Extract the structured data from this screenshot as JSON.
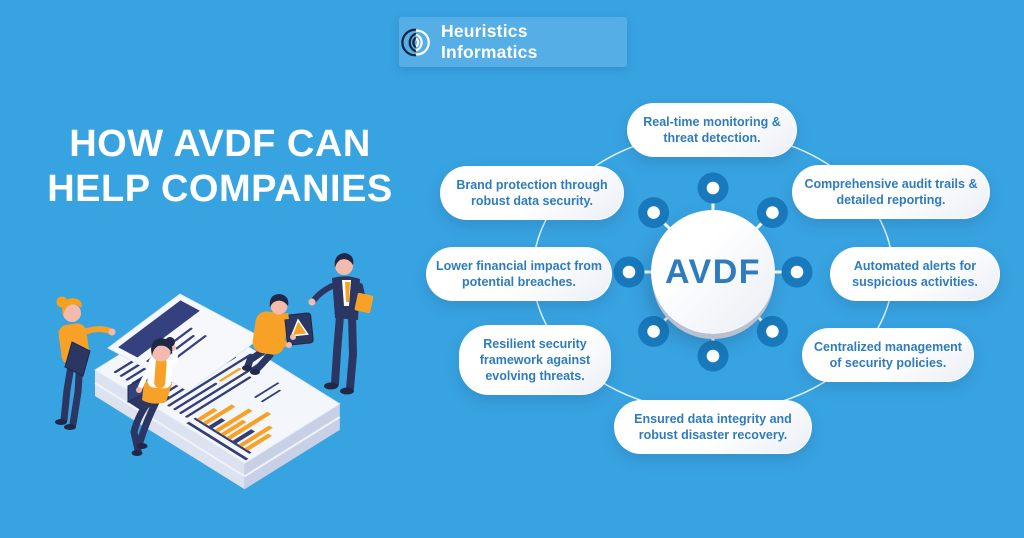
{
  "page": {
    "background_color": "#38A3E1"
  },
  "header": {
    "brand": "Heuristics Informatics",
    "box_color": "#56AEE6",
    "logo_icon": "swirl-globe-icon"
  },
  "title": {
    "line1": "HOW AVDF CAN",
    "line2": "HELP COMPANIES"
  },
  "diagram": {
    "center_label": "AVDF",
    "text_color": "#2E7CBE",
    "node_color": "#1879BC",
    "ring_color": "#FFFFFF",
    "bubbles": [
      {
        "id": "north",
        "label": "Real-time monitoring & threat detection."
      },
      {
        "id": "north-east",
        "label": "Comprehensive audit trails & detailed reporting."
      },
      {
        "id": "east",
        "label": "Automated alerts for suspicious activities."
      },
      {
        "id": "south-east",
        "label": "Centralized management of security policies."
      },
      {
        "id": "south",
        "label": "Ensured data integrity and robust disaster recovery."
      },
      {
        "id": "south-west",
        "label": "Resilient security framework against evolving threats."
      },
      {
        "id": "west",
        "label": "Lower financial impact from potential breaches."
      },
      {
        "id": "north-west",
        "label": "Brand protection through robust data security."
      }
    ]
  },
  "illustration": {
    "name": "team-analyzing-documents-illustration",
    "accent_orange": "#F7A226",
    "navy": "#2C3663"
  }
}
